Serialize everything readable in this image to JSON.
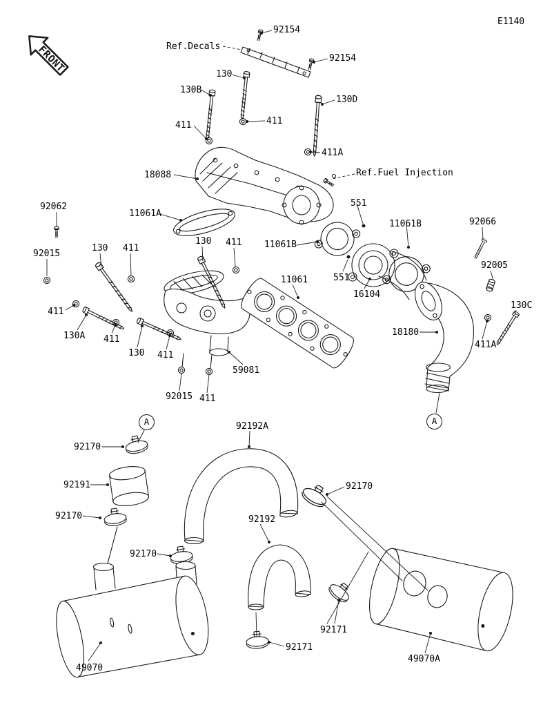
{
  "diagram_code": "E1140",
  "front_label": "FRONT",
  "callouts": [
    "A",
    "A"
  ],
  "colors": {
    "ink": "#1a1a1a",
    "background": "#ffffff"
  },
  "labels": [
    "92154",
    "Ref.Decals",
    "92154",
    "130",
    "130B",
    "130D",
    "411",
    "411",
    "411A",
    "18088",
    "Ref.Fuel Injection",
    "551",
    "92062",
    "11061A",
    "11061B",
    "92066",
    "92015",
    "130",
    "411",
    "130",
    "411",
    "11061B",
    "551",
    "92005",
    "11061",
    "16104",
    "130C",
    "411",
    "130A",
    "411",
    "130",
    "411",
    "18180",
    "411A",
    "59081",
    "92015",
    "411",
    "92170",
    "92192A",
    "92191",
    "92170",
    "92170",
    "92170",
    "92192",
    "92171",
    "92171",
    "49070",
    "49070A"
  ]
}
